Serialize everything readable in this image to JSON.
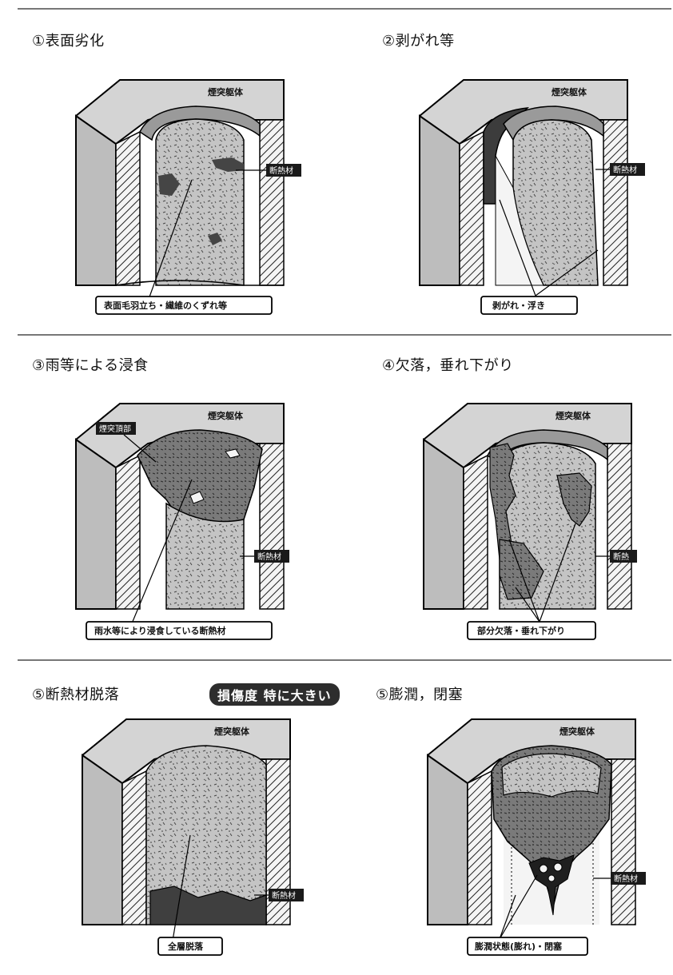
{
  "panels": [
    {
      "heading": "①表面劣化",
      "top_label": "煙突躯体",
      "side_label": "断熱材",
      "caption": "表面毛羽立ち・繊維のくずれ等"
    },
    {
      "heading": "②剥がれ等",
      "top_label": "煙突躯体",
      "side_label": "断熱材",
      "caption": "剥がれ・浮き"
    },
    {
      "heading": "③雨等による浸食",
      "top_label": "煙突躯体",
      "extra_label": "煙突頂部",
      "side_label": "断熱材",
      "caption": "雨水等により浸食している断熱材"
    },
    {
      "heading": "④欠落，垂れ下がり",
      "top_label": "煙突躯体",
      "side_label": "断熱",
      "caption": "部分欠落・垂れ下がり"
    },
    {
      "heading": "⑤断熱材脱落",
      "badge": "損傷度 特に大きい",
      "top_label": "煙突躯体",
      "side_label": "断熱材",
      "caption": "全層脱落"
    },
    {
      "heading": "⑤膨潤，閉塞",
      "top_label": "煙突躯体",
      "side_label": "断熱材",
      "caption": "膨潤状態(膨れ)・閉塞"
    }
  ],
  "colors": {
    "wall": "#d2d2d2",
    "wall_dark": "#8e8e8e",
    "insulation": "#bdbdbd",
    "damage": "#4a4a4a",
    "outline": "#000000"
  }
}
